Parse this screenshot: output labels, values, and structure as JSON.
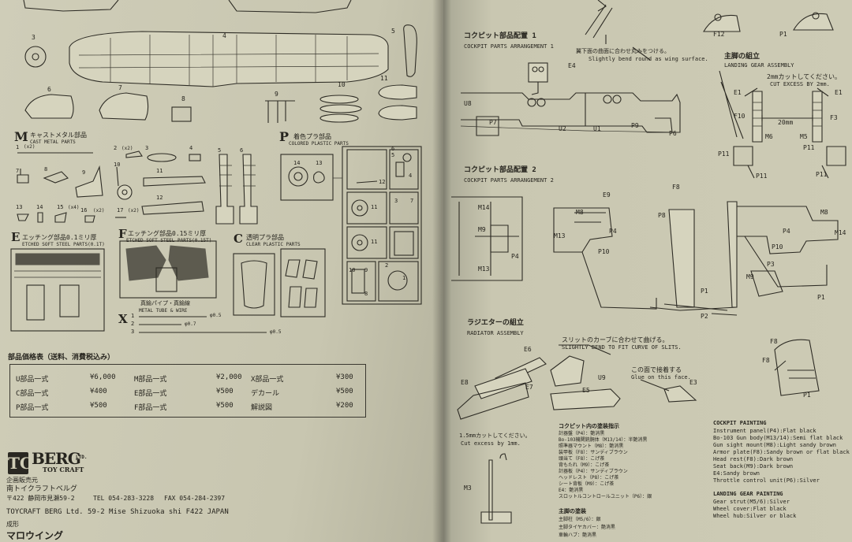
{
  "left_page": {
    "part_numbers": [
      "3",
      "4",
      "5",
      "6",
      "7",
      "8",
      "9",
      "10",
      "11"
    ],
    "metal_parts": {
      "letter": "M",
      "title_jp": "キャストメタル部品",
      "title_en": "CAST METAL PARTS",
      "part_labels": [
        "1",
        "(x2)",
        "2",
        "(x2)",
        "3",
        "4",
        "5",
        "6",
        "7",
        "8",
        "9",
        "10",
        "11",
        "12",
        "13",
        "14",
        "15",
        "(x4)",
        "16",
        "(x2)",
        "17",
        "(x2)"
      ]
    },
    "colored_plastic": {
      "letter": "P",
      "title_jp": "着色プラ部品",
      "title_en": "COLORED PLASTIC PARTS",
      "part_labels": [
        "14",
        "13",
        "12",
        "11",
        "11",
        "10",
        "8",
        "9",
        "7",
        "6",
        "5",
        "4",
        "3",
        "2",
        "1"
      ]
    },
    "etched_parts": {
      "letter": "E",
      "title_jp": "エッチング部品0.1ミリ厚",
      "title_en": "ETCHED SOFT STEEL PARTS(0.1T)"
    },
    "etched_parts_f": {
      "letter": "F",
      "title_jp": "エッチング部品0.15ミリ厚",
      "title_en": "ETCHED SOFT STEEL PARTS(0.15T)"
    },
    "clear_parts": {
      "letter": "C",
      "title_jp": "透明プラ部品",
      "title_en": "CLEAR PLASTIC PARTS"
    },
    "metal_tube": {
      "letter": "X",
      "title_jp": "真鍮パイプ・真鍮線",
      "title_en": "METAL TUBE & WIRE",
      "rows": [
        "1",
        "2",
        "3"
      ],
      "sizes": [
        "φ0.5",
        "φ0.7",
        "φ0.5"
      ]
    },
    "price_table": {
      "title": "部品価格表（送料、消費税込み）",
      "rows": [
        [
          "U部品一式",
          "¥6,000",
          "M部品一式",
          "¥2,000",
          "X部品一式",
          "¥300"
        ],
        [
          "C部品一式",
          "¥400",
          "E部品一式",
          "¥500",
          "デカール",
          "¥500"
        ],
        [
          "P部品一式",
          "¥500",
          "F部品一式",
          "¥500",
          "解説図",
          "¥200"
        ]
      ]
    },
    "company": {
      "logo_letters": "TC",
      "brand": "BERG",
      "brand_suffix": "LTD.",
      "brand_sub": "TOY CRAFT",
      "sales_label": "企画販売元",
      "name_jp": "南トイクラフトベルグ",
      "address_jp": "〒422 静岡市見瀬59-2",
      "phone": "TEL 054-283-3228",
      "fax": "FAX 054-284-2397",
      "address_en": "TOYCRAFT BERG Ltd. 59-2 Mise Shizuoka shi F422 JAPAN",
      "footer_jp": "成形",
      "footer_sub": "マロウイング"
    }
  },
  "right_page": {
    "cockpit1": {
      "title_jp": "コクピット部品配置 1",
      "title_en": "COCKPIT PARTS ARRANGEMENT 1",
      "labels": [
        "E4",
        "U8",
        "P7",
        "U2",
        "U1",
        "P9",
        "P6"
      ]
    },
    "wing_note": {
      "jp": "翼下面の曲面に合わせ丸みをつける。",
      "en": "Slightly bend round as wing surface."
    },
    "landing_gear": {
      "title_jp": "主脚の組立",
      "title_en": "LANDING GEAR ASSEMBLY",
      "note_jp": "2mmカットしてください。",
      "note_en": "CUT EXCESS BY 2mm.",
      "dimension": "20mm",
      "labels": [
        "F12",
        "P1",
        "E1",
        "E1",
        "F10",
        "F3",
        "M6",
        "M5",
        "P11",
        "P11",
        "P11",
        "P11"
      ]
    },
    "cockpit2": {
      "title_jp": "コクピット部品配置 2",
      "title_en": "COCKPIT PARTS ARRANGEMENT 2",
      "labels": [
        "E9",
        "M14",
        "M8",
        "F8",
        "P8",
        "M8",
        "M9",
        "P4",
        "M13",
        "P10",
        "P4",
        "M14",
        "M13",
        "P3",
        "P10",
        "M9",
        "P1",
        "P2",
        "P1",
        "P4"
      ]
    },
    "radiator": {
      "title_jp": "ラジエターの組立",
      "title_en": "RADIATOR ASSEMBLY",
      "slit_note_jp": "スリットのカーブに合わせて曲げる。",
      "slit_note_en": "SLIGHTLY BEND TO FIT CURVE OF SLITS.",
      "glue_note_jp": "この面で接着する",
      "glue_note_en": "Glue on this face.",
      "labels": [
        "E6",
        "E7",
        "E8",
        "U9",
        "E3",
        "E5"
      ]
    },
    "f8_detail": {
      "labels": [
        "F8",
        "F8",
        "P1"
      ]
    },
    "bottom_note": {
      "jp": "1.5mmカットしてください。",
      "en": "Cut excess by 1mm."
    },
    "bottom_label": "M3",
    "cockpit_paint_jp": {
      "title": "コクピット内の塗装指示",
      "lines": [
        "計器盤（P4）：艶消黒",
        "Bo-103機関銃胴体（M13/14）：半艶消黒",
        "照準器マウント（M8）：艶消黒",
        "装甲板（F8）：サンディブラウン",
        "頭当て（F8）：こげ茶",
        "背もたれ（M9）：こげ茶",
        "計器板（P4）：サンディブラウン",
        "ヘッドレスト（P8）：こげ茶",
        "シート背板（M9）：こげ茶",
        "E4：艶消黒",
        "スロットルコントロールユニット（P6）：銀"
      ]
    },
    "gear_paint_jp": {
      "title": "主脚の塗装",
      "lines": [
        "主脚柱（M5/6）：銀",
        "主脚タイヤカバー：艶消黒",
        "車輪ハブ：艶消黒"
      ]
    },
    "cockpit_paint_en": {
      "title": "COCKPIT PAINTING",
      "lines": [
        "Instrument panel(P4):Flat black",
        "Bo-103 Gun body(M13/14):Semi flat black",
        "Gun sight mount(M8):Light sandy brown",
        "Armor plate(F8):Sandy brown or flat black",
        "Head rest(F8):Dark brown",
        "Seat back(M9):Dark brown",
        "E4:Sandy brown",
        "Throttle control unit(P6):Silver"
      ]
    },
    "gear_paint_en": {
      "title": "LANDING GEAR PAINTING",
      "lines": [
        "Gear strut(M5/6):Silver",
        "Wheel cover:Flat black",
        "Wheel hub:Silver or black"
      ]
    }
  }
}
